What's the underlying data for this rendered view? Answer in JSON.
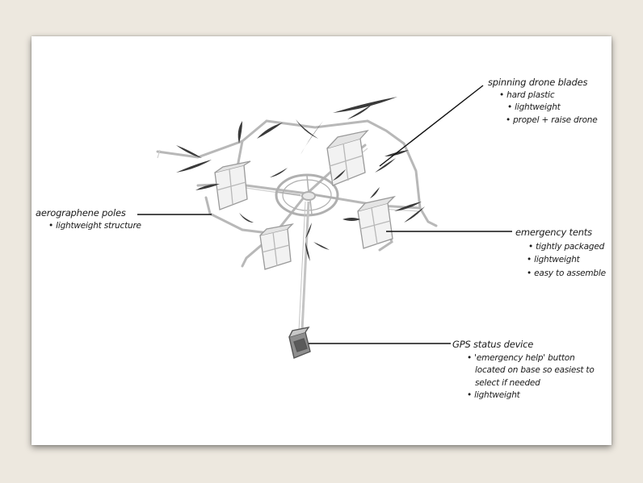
{
  "annotations": {
    "blades": {
      "title": "spinning drone blades",
      "items": [
        "• hard plastic",
        "• lightweight",
        "• propel + raise drone"
      ]
    },
    "poles": {
      "title": "aerographene poles",
      "items": [
        "• lightweight structure"
      ]
    },
    "tents": {
      "title": "emergency tents",
      "items": [
        "• tightly packaged",
        "• lightweight",
        "• easy to assemble"
      ]
    },
    "gps": {
      "title": "GPS status device",
      "items": [
        "• 'emergency help' button",
        "located on base so easiest to",
        "select if needed",
        "• lightweight"
      ]
    }
  }
}
